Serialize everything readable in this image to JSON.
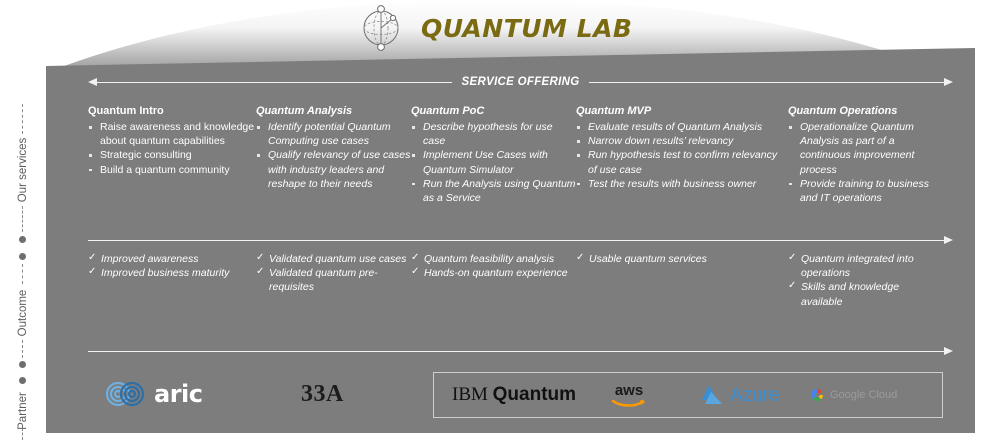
{
  "header": {
    "title": "QUANTUM LAB",
    "logo_icon": "bloch-sphere-icon",
    "title_color": "#7a6a12"
  },
  "banner": {
    "label": "SERVICE OFFERING"
  },
  "rail": {
    "items": [
      {
        "label": "Our services"
      },
      {
        "label": "Outcome"
      },
      {
        "label": "Partner"
      }
    ]
  },
  "services": [
    {
      "title": "Quantum Intro",
      "italic": false,
      "bullets": [
        "Raise awareness and knowledge about quantum capabilities",
        "Strategic consulting",
        "Build a quantum community"
      ]
    },
    {
      "title": "Quantum Analysis",
      "italic": true,
      "bullets": [
        "Identify potential Quantum Computing use cases",
        "Qualify relevancy of use cases with industry leaders and reshape to their needs"
      ]
    },
    {
      "title": "Quantum PoC",
      "italic": true,
      "bullets": [
        "Describe hypothesis for use case",
        "Implement  Use Cases with Quantum Simulator",
        "Run the Analysis using Quantum as a Service"
      ]
    },
    {
      "title": "Quantum MVP",
      "italic": true,
      "bullets": [
        "Evaluate results of Quantum Analysis",
        "Narrow down results’ relevancy",
        "Run hypothesis test to confirm relevancy of use case",
        "Test the results with business owner"
      ]
    },
    {
      "title": "Quantum Operations",
      "italic": true,
      "bullets": [
        "Operationalize Quantum Analysis as part of a continuous improvement process",
        "Provide training to business and IT operations"
      ]
    }
  ],
  "outcomes": [
    {
      "items": [
        "Improved awareness",
        "Improved business maturity"
      ]
    },
    {
      "items": [
        "Validated quantum use cases",
        "Validated quantum pre-requisites"
      ]
    },
    {
      "items": [
        "Quantum feasibility analysis",
        "Hands-on quantum experience"
      ]
    },
    {
      "items": [
        "Usable quantum services"
      ]
    },
    {
      "items": [
        "Quantum integrated into operations",
        "Skills and knowledge available"
      ]
    }
  ],
  "partners": {
    "aric": {
      "name": "aric",
      "icon": "aric-rings-icon",
      "color": "#4e9ad6"
    },
    "thirtythree_a": {
      "name": "33A"
    },
    "cloud_box": [
      {
        "name": "IBM",
        "bold": "Quantum",
        "icon": "ibm-quantum-logo"
      },
      {
        "name": "aws",
        "icon": "aws-logo",
        "color": "#ff9900"
      },
      {
        "name": "Azure",
        "icon": "azure-logo",
        "color": "#3a8fd4"
      },
      {
        "name": "Google Cloud",
        "icon": "google-cloud-logo"
      }
    ]
  },
  "colors": {
    "body_gray": "#7d7d7d",
    "header_gradient_from": "#ffffff",
    "header_gradient_to": "#8a8a8a",
    "text_white": "#ffffff",
    "divider": "#e9e9e9"
  }
}
